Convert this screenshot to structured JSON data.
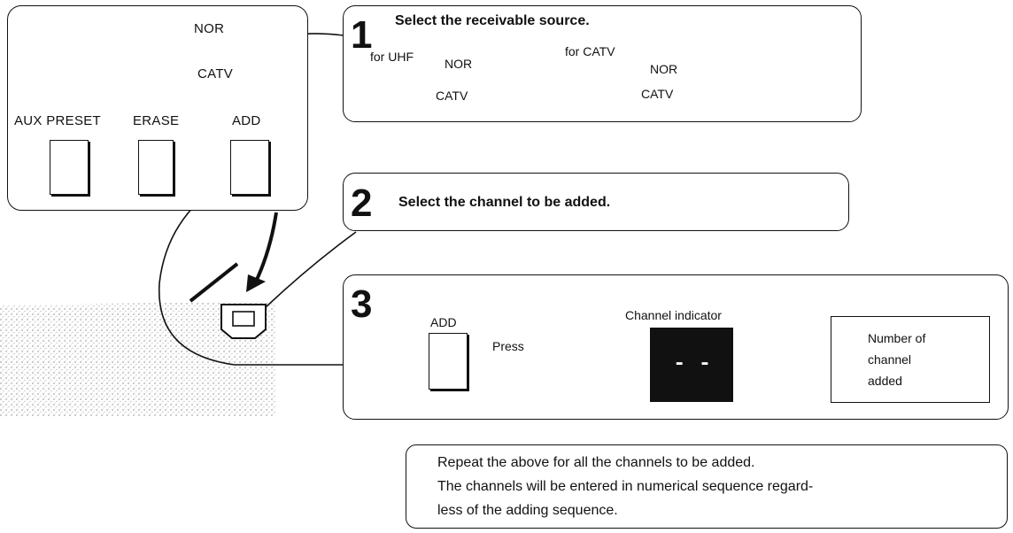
{
  "panel": {
    "nor_label": "NOR",
    "catv_label": "CATV",
    "aux_preset_label": "AUX PRESET",
    "erase_label": "ERASE",
    "add_label": "ADD"
  },
  "step1": {
    "number": "1",
    "title": "Select the receivable source.",
    "uhf_caption": "for UHF",
    "catv_caption": "for CATV",
    "nor_label": "NOR",
    "catv_label": "CATV"
  },
  "step2": {
    "number": "2",
    "title": "Select the channel to be added."
  },
  "step3": {
    "number": "3",
    "add_label": "ADD",
    "press_label": "Press",
    "indicator_label": "Channel indicator",
    "indicator_display": "- -",
    "result_line1": "Number of",
    "result_line2": "channel",
    "result_line3": "added"
  },
  "note": {
    "line1": "Repeat the above for all the channels to be added.",
    "line2": "The channels will be entered in numerical sequence regard-",
    "line3": "less of the adding sequence."
  },
  "colors": {
    "ink": "#111111",
    "indicator_bg": "#111111",
    "indicator_text": "#ffffff"
  }
}
